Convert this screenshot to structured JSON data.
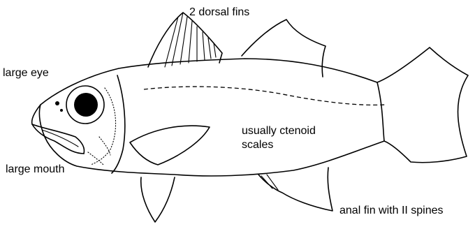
{
  "labels": {
    "dorsal_fins": "2 dorsal fins",
    "large_eye": "large eye",
    "large_mouth": "large mouth",
    "scales_line1": "usually ctenoid",
    "scales_line2": "scales",
    "anal_fin": "anal fin with II spines"
  }
}
